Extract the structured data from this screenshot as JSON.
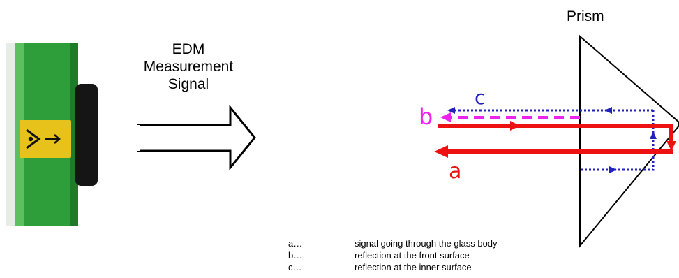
{
  "diagram": {
    "edm_label": [
      "EDM",
      "Measurement",
      "Signal"
    ],
    "prism_label": "Prism",
    "ray_labels": {
      "a": "a",
      "b": "b",
      "c": "c"
    },
    "legend": [
      {
        "key": "a…",
        "text": "signal going through the glass body"
      },
      {
        "key": "b…",
        "text": "reflection at the front surface"
      },
      {
        "key": "c…",
        "text": "reflection at the inner surface"
      }
    ],
    "colors": {
      "instrument_green": "#2e9e3a",
      "instrument_dark": "#1f7a2a",
      "lens_black": "#151515",
      "label_yellow": "#e6c21a",
      "ray_a": "#ee1111",
      "ray_b": "#ee22ee",
      "ray_c": "#2222bb",
      "prism_outline": "#000000"
    }
  }
}
